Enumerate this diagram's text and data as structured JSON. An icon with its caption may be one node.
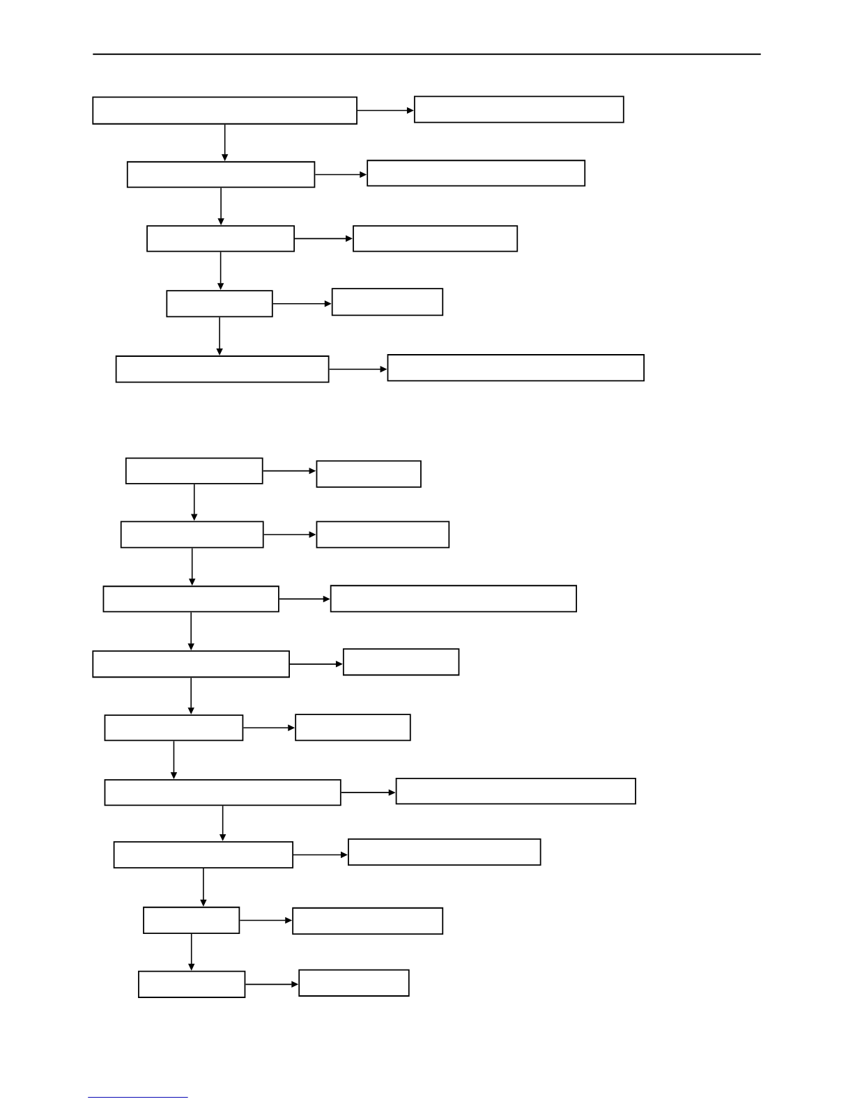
{
  "diagram": {
    "nodes": [
      {
        "text": [],
        "shape": "box"
      },
      {
        "text": [],
        "shape": "box"
      },
      {
        "text": [],
        "shape": "box"
      },
      {
        "text": [],
        "shape": "box"
      },
      {
        "text": [],
        "shape": "box"
      },
      {
        "text": [],
        "shape": "box"
      },
      {
        "text": [],
        "shape": "box"
      },
      {
        "text": [],
        "shape": "box"
      },
      {
        "text": [],
        "shape": "box"
      },
      {
        "text": [],
        "shape": "box"
      },
      {
        "text": [],
        "shape": "box"
      },
      {
        "text": [],
        "shape": "box"
      },
      {
        "text": [],
        "shape": "box"
      },
      {
        "text": [],
        "shape": "box"
      },
      {
        "text": [],
        "shape": "box"
      },
      {
        "text": [],
        "shape": "box"
      },
      {
        "text": [],
        "shape": "box"
      },
      {
        "text": [],
        "shape": "box"
      },
      {
        "text": [],
        "shape": "box"
      },
      {
        "text": [],
        "shape": "box"
      },
      {
        "text": [],
        "shape": "box"
      },
      {
        "text": [],
        "shape": "box"
      },
      {
        "text": [],
        "shape": "box"
      },
      {
        "text": [],
        "shape": "box"
      },
      {
        "text": [],
        "shape": "box"
      },
      {
        "text": [],
        "shape": "box"
      },
      {
        "text": [],
        "shape": "box"
      },
      {
        "text": [],
        "shape": "box"
      }
    ],
    "edges": [
      {
        "from": 0,
        "to": 1,
        "arrow": "to"
      },
      {
        "from": 0,
        "to": 2,
        "arrow": "to"
      },
      {
        "from": 2,
        "to": 3,
        "arrow": "to"
      },
      {
        "from": 2,
        "to": 4,
        "arrow": "to"
      },
      {
        "from": 4,
        "to": 5,
        "arrow": "to"
      },
      {
        "from": 4,
        "to": 6,
        "arrow": "to"
      },
      {
        "from": 6,
        "to": 7,
        "arrow": "to"
      },
      {
        "from": 6,
        "to": 8,
        "arrow": "to"
      },
      {
        "from": 8,
        "to": 9,
        "arrow": "to"
      },
      {
        "from": 10,
        "to": 11,
        "arrow": "to"
      },
      {
        "from": 10,
        "to": 12,
        "arrow": "to"
      },
      {
        "from": 12,
        "to": 13,
        "arrow": "to"
      },
      {
        "from": 12,
        "to": 14,
        "arrow": "to"
      },
      {
        "from": 14,
        "to": 15,
        "arrow": "to"
      },
      {
        "from": 14,
        "to": 16,
        "arrow": "to"
      },
      {
        "from": 16,
        "to": 17,
        "arrow": "to"
      },
      {
        "from": 16,
        "to": 18,
        "arrow": "to"
      },
      {
        "from": 18,
        "to": 19,
        "arrow": "to"
      },
      {
        "from": 18,
        "to": 20,
        "arrow": "to"
      },
      {
        "from": 20,
        "to": 21,
        "arrow": "to"
      },
      {
        "from": 20,
        "to": 22,
        "arrow": "to"
      },
      {
        "from": 22,
        "to": 23,
        "arrow": "to"
      },
      {
        "from": 22,
        "to": 24,
        "arrow": "to"
      },
      {
        "from": 24,
        "to": 25,
        "arrow": "to"
      },
      {
        "from": 24,
        "to": 26,
        "arrow": "to"
      },
      {
        "from": 26,
        "to": 27,
        "arrow": "to"
      }
    ]
  }
}
